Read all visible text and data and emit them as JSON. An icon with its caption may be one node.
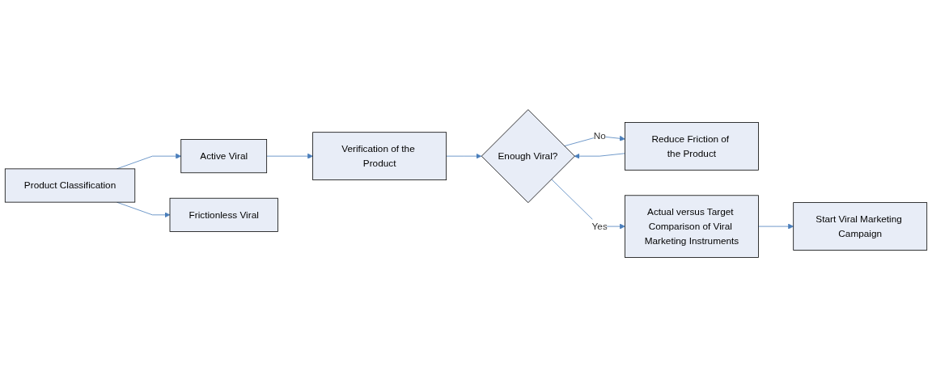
{
  "diagram": {
    "nodes": [
      {
        "text": [
          "Product Classification"
        ]
      },
      {
        "text": [
          "Active Viral"
        ]
      },
      {
        "text": [
          "Frictionless Viral"
        ]
      },
      {
        "text": [
          "Verification of the Product"
        ]
      },
      {
        "text": [
          "Enough Viral?"
        ]
      },
      {
        "text": [
          "Reduce Friction of the Product"
        ]
      },
      {
        "text": [
          "Actual versus Target Comparison of Viral Marketing Instruments"
        ]
      },
      {
        "text": [
          "Start Viral Marketing Campaign"
        ]
      }
    ],
    "edges": [
      {
        "from": 0,
        "to": 1,
        "arrow": "to"
      },
      {
        "from": 0,
        "to": 2,
        "arrow": "to"
      },
      {
        "from": 1,
        "to": 3,
        "arrow": "to"
      },
      {
        "from": 3,
        "to": 4,
        "arrow": "to"
      },
      {
        "from": 4,
        "to": 5,
        "arrow": "to",
        "label": "No"
      },
      {
        "from": 5,
        "to": 4,
        "arrow": "to"
      },
      {
        "from": 4,
        "to": 6,
        "arrow": "to",
        "label": "Yes"
      },
      {
        "from": 6,
        "to": 7,
        "arrow": "to"
      }
    ]
  }
}
